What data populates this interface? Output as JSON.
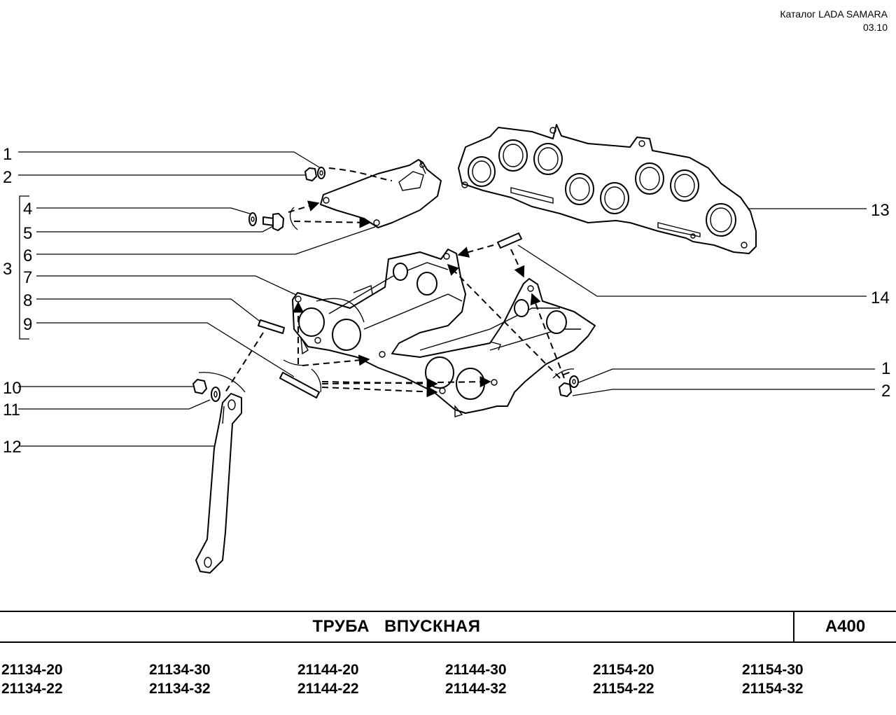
{
  "header": {
    "catalog_label": "Каталог  LADA SAMARA",
    "date": "03.10"
  },
  "callouts": {
    "left": [
      "1",
      "2",
      "4",
      "5",
      "6",
      "3",
      "7",
      "8",
      "9",
      "10",
      "11",
      "12"
    ],
    "right": [
      "13",
      "14",
      "1",
      "2"
    ]
  },
  "title_bar": {
    "title": "ТРУБА   ВПУСКНАЯ",
    "code": "A400"
  },
  "models": [
    [
      "21134-20",
      "21134-22"
    ],
    [
      "21134-30",
      "21134-32"
    ],
    [
      "21144-20",
      "21144-22"
    ],
    [
      "21144-30",
      "21144-32"
    ],
    [
      "21154-20",
      "21154-22"
    ],
    [
      "21154-30",
      "21154-32"
    ]
  ]
}
